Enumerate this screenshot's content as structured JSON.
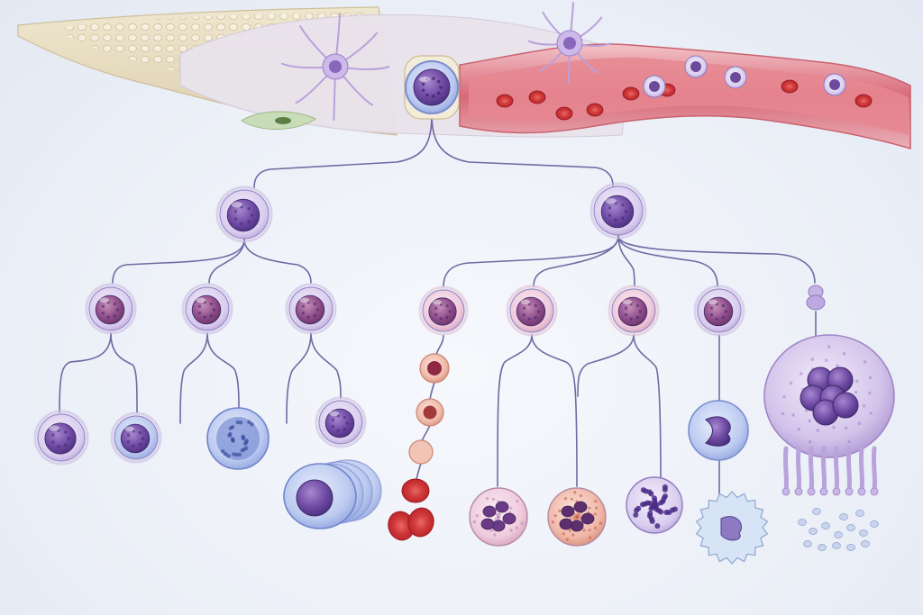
{
  "diagram": {
    "kind": "hematopoiesis-lineage-illustration",
    "labels": [],
    "colors": {
      "background": "#eef1f7",
      "connector": "#6f6aa3",
      "stem_cell": "#5a3f8f",
      "lymphoid": "#7a57ad",
      "myeloid_progenitor": "#9c6aa8",
      "erythroid": "#c93a3d",
      "macrophage": "#b49ad0",
      "vessel": "#d77a86",
      "bone": "#e7ddc5"
    },
    "cells": [
      {
        "id": "hsc",
        "icon": "stem-cell-icon"
      },
      {
        "id": "clp",
        "icon": "lymphoid-progenitor-icon"
      },
      {
        "id": "cmp",
        "icon": "myeloid-progenitor-icon"
      },
      {
        "id": "l1",
        "icon": "lymphoblast-icon"
      },
      {
        "id": "l2",
        "icon": "lymphoblast-icon"
      },
      {
        "id": "l3",
        "icon": "lymphoblast-icon"
      },
      {
        "id": "t-cell",
        "icon": "t-lymphocyte-icon"
      },
      {
        "id": "b-cell",
        "icon": "b-lymphocyte-icon"
      },
      {
        "id": "nk-cell",
        "icon": "nk-cell-icon"
      },
      {
        "id": "plasma-precursor",
        "icon": "b-cell-icon"
      },
      {
        "id": "plasma-cell",
        "icon": "plasma-cell-icon"
      },
      {
        "id": "mep",
        "icon": "erythroid-progenitor-icon"
      },
      {
        "id": "gmp-1",
        "icon": "granulocyte-progenitor-icon"
      },
      {
        "id": "gmp-2",
        "icon": "granulocyte-progenitor-icon"
      },
      {
        "id": "mono-prog",
        "icon": "monocyte-progenitor-icon"
      },
      {
        "id": "mk-prog",
        "icon": "megakaryocyte-progenitor-icon"
      },
      {
        "id": "ery-1",
        "icon": "erythroblast-icon"
      },
      {
        "id": "ery-2",
        "icon": "erythroblast-icon"
      },
      {
        "id": "ery-3",
        "icon": "reticulocyte-icon"
      },
      {
        "id": "rbc-1",
        "icon": "red-blood-cell-icon"
      },
      {
        "id": "rbc-2",
        "icon": "red-blood-cell-icon"
      },
      {
        "id": "neutrophil",
        "icon": "neutrophil-icon"
      },
      {
        "id": "eosinophil",
        "icon": "eosinophil-icon"
      },
      {
        "id": "basophil",
        "icon": "basophil-icon"
      },
      {
        "id": "monocyte",
        "icon": "monocyte-icon"
      },
      {
        "id": "macrophage",
        "icon": "macrophage-icon"
      },
      {
        "id": "megakaryocyte",
        "icon": "megakaryocyte-icon"
      },
      {
        "id": "platelets",
        "icon": "platelet-icon"
      }
    ],
    "links": [
      [
        "hsc",
        "clp"
      ],
      [
        "hsc",
        "cmp"
      ],
      [
        "clp",
        "l1"
      ],
      [
        "clp",
        "l2"
      ],
      [
        "clp",
        "l3"
      ],
      [
        "l1",
        "t-cell"
      ],
      [
        "l1",
        "b-cell"
      ],
      [
        "l2",
        "nk-cell"
      ],
      [
        "l3",
        "plasma-precursor"
      ],
      [
        "plasma-precursor",
        "plasma-cell"
      ],
      [
        "cmp",
        "mep"
      ],
      [
        "cmp",
        "gmp-1"
      ],
      [
        "cmp",
        "gmp-2"
      ],
      [
        "cmp",
        "mono-prog"
      ],
      [
        "cmp",
        "mk-prog"
      ],
      [
        "mep",
        "ery-1"
      ],
      [
        "ery-1",
        "ery-2"
      ],
      [
        "ery-2",
        "ery-3"
      ],
      [
        "ery-3",
        "rbc-1"
      ],
      [
        "rbc-1",
        "rbc-2"
      ],
      [
        "gmp-1",
        "neutrophil"
      ],
      [
        "gmp-1",
        "eosinophil"
      ],
      [
        "gmp-2",
        "eosinophil"
      ],
      [
        "gmp-2",
        "basophil"
      ],
      [
        "mono-prog",
        "monocyte"
      ],
      [
        "monocyte",
        "macrophage"
      ],
      [
        "mk-prog",
        "megakaryocyte"
      ],
      [
        "megakaryocyte",
        "platelets"
      ]
    ]
  }
}
